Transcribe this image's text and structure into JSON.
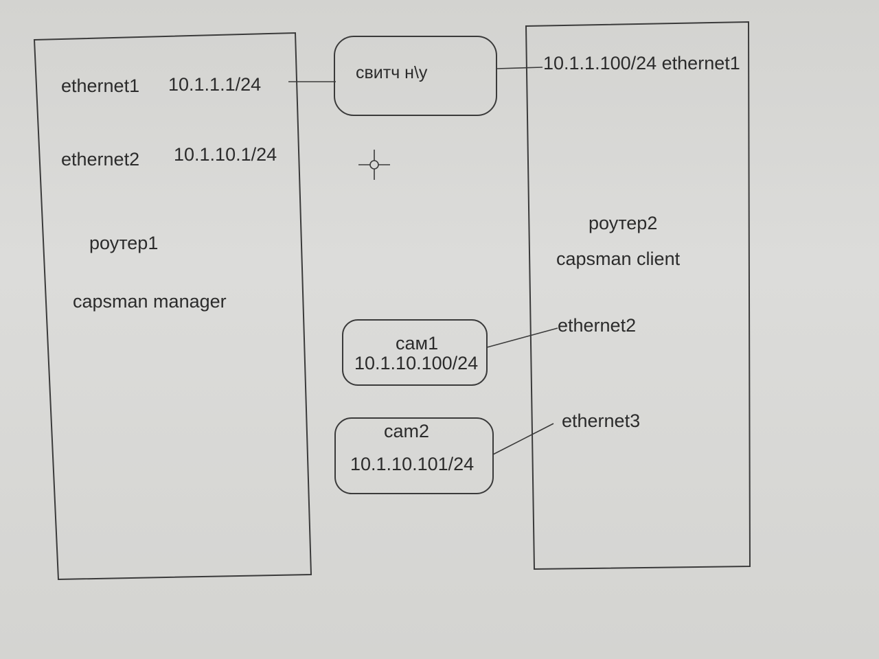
{
  "router1": {
    "eth1_name": "ethernet1",
    "eth1_ip": "10.1.1.1/24",
    "eth2_name": "ethernet2",
    "eth2_ip": "10.1.10.1/24",
    "name": "роутер1",
    "role": "capsman manager"
  },
  "switch": {
    "label": "свитч н\\у"
  },
  "router2": {
    "eth1": "10.1.1.100/24  ethernet1",
    "name": "роутер2",
    "role": "capsman client",
    "eth2_name": "ethernet2",
    "eth3_name": "ethernet3"
  },
  "cam1": {
    "name": "cам1",
    "ip": "10.1.10.100/24"
  },
  "cam2": {
    "name": "cam2",
    "ip": "10.1.10.101/24"
  },
  "crosshair": {
    "icon": "crosshair-cursor-icon"
  }
}
